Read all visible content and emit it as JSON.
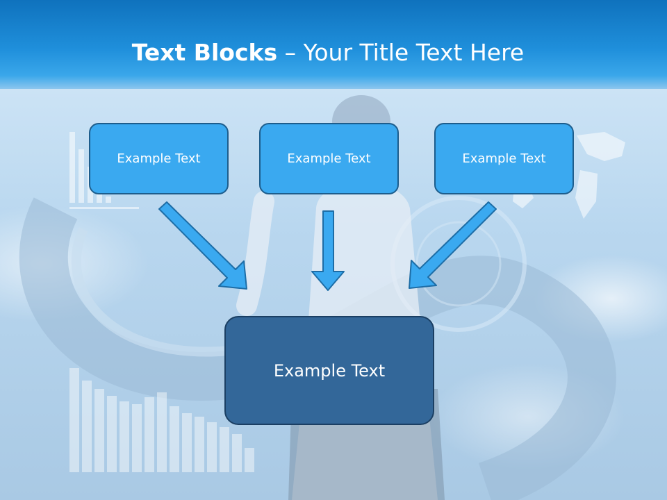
{
  "slide": {
    "title_bold": "Text Blocks",
    "title_separator": " – ",
    "title_rest": "Your Title Text Here"
  },
  "blocks": {
    "top": [
      "Example Text",
      "Example Text",
      "Example Text"
    ],
    "bottom": "Example Text"
  },
  "colors": {
    "header": "#1f8fdb",
    "top_box_fill": "#3aa9f0",
    "top_box_border": "#1d5d8c",
    "bottom_box_fill": "#336799",
    "arrow_fill": "#3aa9f0"
  }
}
